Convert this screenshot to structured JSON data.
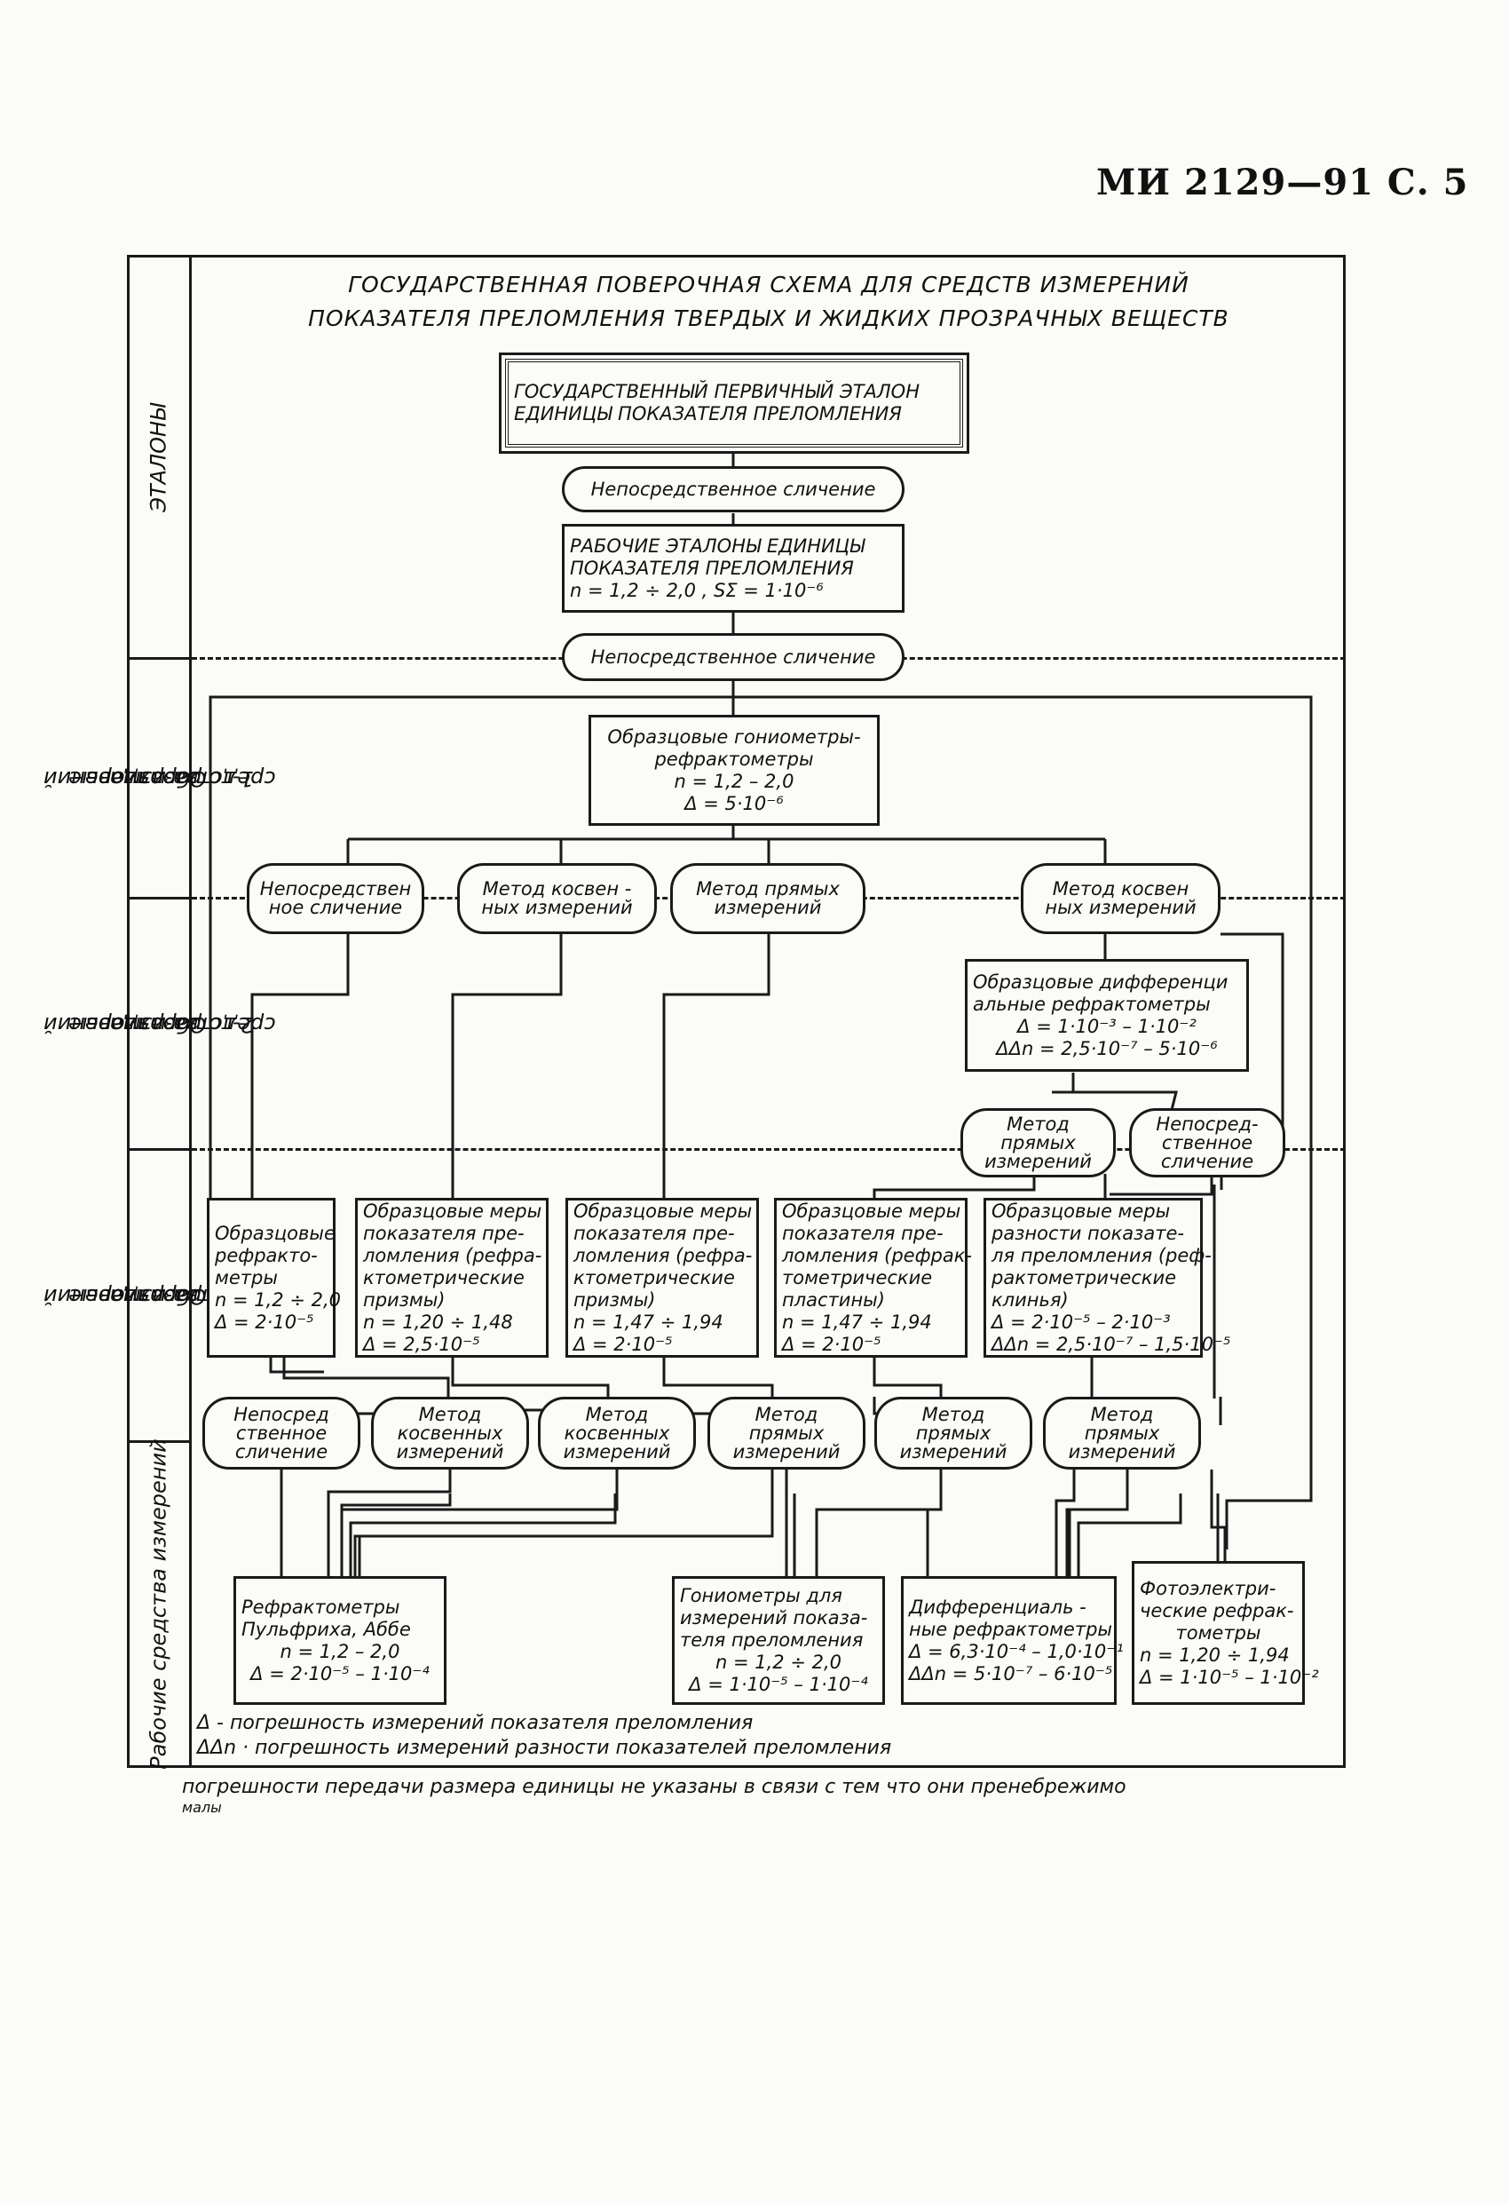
{
  "header": {
    "doc": "МИ 2129—91 С. 5"
  },
  "title": {
    "line1": "ГОСУДАРСТВЕННАЯ ПОВЕРОЧНАЯ СХЕМА ДЛЯ СРЕДСТВ ИЗМЕРЕНИЙ",
    "line2": "ПОКАЗАТЕЛЯ ПРЕЛОМЛЕНИЯ ТВЕРДЫХ И ЖИДКИХ ПРОЗРАЧНЫХ ВЕЩЕСТВ"
  },
  "levels": {
    "etalons": "ЭТАЛОНЫ",
    "obr1": [
      "Образцовые",
      "средства измерений",
      "1-го разряда"
    ],
    "obr2": [
      "Образцовые",
      "средства измерений",
      "2-го разряда"
    ],
    "obr3": [
      "Образцовые",
      "средства измерений",
      "3-го разряда"
    ],
    "work": "Рабочие средства измерений"
  },
  "primary_etalon": {
    "line1": "ГОСУДАРСТВЕННЫЙ ПЕРВИЧНЫЙ ЭТАЛОН",
    "line2": "ЕДИНИЦЫ ПОКАЗАТЕЛЯ ПРЕЛОМЛЕНИЯ"
  },
  "method_direct": "Непосредственное сличение",
  "working_etalons": {
    "line1": "РАБОЧИЕ ЭТАЛОНЫ ЕДИНИЦЫ",
    "line2": "ПОКАЗАТЕЛЯ ПРЕЛОМЛЕНИЯ",
    "line3": "n = 1,2 ÷ 2,0 ,   SΣ = 1·10⁻⁶"
  },
  "goniometers_obr": {
    "line1": "Образцовые гониометры-",
    "line2": "рефрактометры",
    "line3": "n = 1,2 – 2,0",
    "line4": "Δ = 5·10⁻⁶"
  },
  "row1_methods": [
    {
      "l1": "Непосредствен",
      "l2": "ное сличение"
    },
    {
      "l1": "Метод косвен -",
      "l2": "ных измерений"
    },
    {
      "l1": "Метод прямых",
      "l2": "измерений"
    },
    {
      "l1": "Метод косвен",
      "l2": "ных измерений"
    }
  ],
  "diff_refr_obr": {
    "line1": "Образцовые дифференци",
    "line2": "альные рефрактометры",
    "line3": "Δ = 1·10⁻³ – 1·10⁻²",
    "line4": "ΔΔn = 2,5·10⁻⁷ – 5·10⁻⁶"
  },
  "row2_methods": [
    {
      "l1": "Метод",
      "l2": "прямых",
      "l3": "измерений"
    },
    {
      "l1": "Непосред-",
      "l2": "ственное",
      "l3": "сличение"
    }
  ],
  "obr3_boxes": [
    {
      "lines": [
        "Образцовые",
        "рефракто-",
        "метры",
        "n = 1,2 ÷ 2,0",
        "Δ = 2·10⁻⁵"
      ]
    },
    {
      "lines": [
        "Образцовые меры",
        "показателя пре-",
        "ломления (рефра-",
        "ктометрические",
        "призмы)",
        "n = 1,20 ÷ 1,48",
        "Δ = 2,5·10⁻⁵"
      ]
    },
    {
      "lines": [
        "Образцовые меры",
        "показателя пре-",
        "ломления (рефра-",
        "ктометрические",
        "призмы)",
        "n = 1,47 ÷ 1,94",
        "Δ = 2·10⁻⁵"
      ]
    },
    {
      "lines": [
        "Образцовые меры",
        "показателя пре-",
        "ломления (рефрак-",
        "тометрические",
        "пластины)",
        "n = 1,47 ÷ 1,94",
        "Δ = 2·10⁻⁵"
      ]
    },
    {
      "lines": [
        "Образцовые меры",
        "разности показате-",
        "ля преломления (реф-",
        "рактометрические",
        "клинья)",
        "Δ = 2·10⁻⁵ – 2·10⁻³",
        "ΔΔn = 2,5·10⁻⁷ – 1,5·10⁻⁵"
      ]
    }
  ],
  "row3_methods": [
    {
      "l1": "Непосред",
      "l2": "ственное",
      "l3": "сличение"
    },
    {
      "l1": "Метод",
      "l2": "косвенных",
      "l3": "измерений"
    },
    {
      "l1": "Метод",
      "l2": "косвенных",
      "l3": "измерений"
    },
    {
      "l1": "Метод",
      "l2": "прямых",
      "l3": "измерений"
    },
    {
      "l1": "Метод",
      "l2": "прямых",
      "l3": "измерений"
    },
    {
      "l1": "Метод",
      "l2": "прямых",
      "l3": "измерений"
    }
  ],
  "work_boxes": [
    {
      "lines": [
        "Рефрактометры",
        "Пульфриха, Аббе",
        "n = 1,2 – 2,0",
        "Δ = 2·10⁻⁵ – 1·10⁻⁴"
      ]
    },
    {
      "lines": [
        "Гониометры для",
        "измерений показа-",
        "теля преломления",
        "n = 1,2 ÷ 2,0",
        "Δ = 1·10⁻⁵ – 1·10⁻⁴"
      ]
    },
    {
      "lines": [
        "Дифференциаль -",
        "ные рефрактометры",
        "Δ = 6,3·10⁻⁴ – 1,0·10⁻¹",
        "ΔΔn = 5·10⁻⁷ – 6·10⁻⁵"
      ]
    },
    {
      "lines": [
        "Фотоэлектри-",
        "ческие рефрак-",
        "тометры",
        "n = 1,20 ÷ 1,94",
        "Δ = 1·10⁻⁵ – 1·10⁻²"
      ]
    }
  ],
  "legend": {
    "delta": "Δ - погрешность измерений показателя преломления",
    "delta_dn": "ΔΔn · погрешность измерений разности показателей преломления"
  },
  "footnote": {
    "line1": "погрешности  передачи  размера  единицы  не  указаны  в  связи  с  тем  что  они  пренебрежимо",
    "line2": "малы"
  }
}
